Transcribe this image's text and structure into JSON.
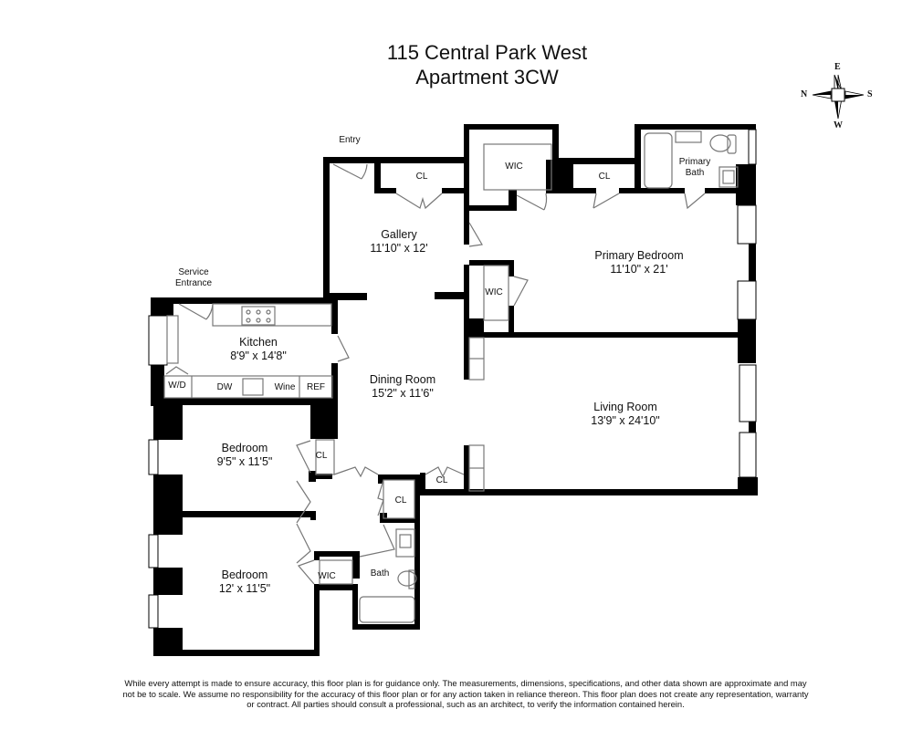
{
  "header": {
    "address": "115 Central Park West",
    "unit": "Apartment 3CW"
  },
  "compass": {
    "icon": "compass-rose-icon",
    "north": "N",
    "east": "E",
    "south": "S",
    "west": "W"
  },
  "rooms": {
    "gallery": {
      "name": "Gallery",
      "dimensions": "11'10\" x 12'"
    },
    "primary_bedroom": {
      "name": "Primary Bedroom",
      "dimensions": "11'10\" x 21'"
    },
    "kitchen": {
      "name": "Kitchen",
      "dimensions": "8'9\" x 14'8\""
    },
    "dining_room": {
      "name": "Dining Room",
      "dimensions": "15'2\" x 11'6\""
    },
    "living_room": {
      "name": "Living Room",
      "dimensions": "13'9\" x 24'10\""
    },
    "bedroom_1": {
      "name": "Bedroom",
      "dimensions": "9'5\" x 11'5\""
    },
    "bedroom_2": {
      "name": "Bedroom",
      "dimensions": "12' x 11'5\""
    }
  },
  "labels": {
    "entry": "Entry",
    "service_entrance_line1": "Service",
    "service_entrance_line2": "Entrance",
    "primary_bath_line1": "Primary",
    "primary_bath_line2": "Bath",
    "bath": "Bath",
    "wic_gallery": "WIC",
    "wic_primary": "WIC",
    "wic_bedroom": "WIC",
    "cl_gallery": "CL",
    "cl_primary": "CL",
    "cl_bedroom": "CL",
    "cl_hall": "CL",
    "cl_dining": "CL",
    "wd": "W/D",
    "dw": "DW",
    "wine": "Wine",
    "ref": "REF"
  },
  "footer": {
    "disclaimer": "While every attempt is made to ensure accuracy, this floor plan is for guidance only. The measurements, dimensions, specifications, and other data shown are approximate and may not be to scale. We assume no responsibility for the accuracy of this floor plan or for any action taken in reliance thereon. This floor plan does not create any representation, warranty or contract. All parties should consult a professional, such as an architect, to verify the information contained herein."
  },
  "colors": {
    "wall": "#000000",
    "fixture": "#777777",
    "background": "#ffffff"
  }
}
